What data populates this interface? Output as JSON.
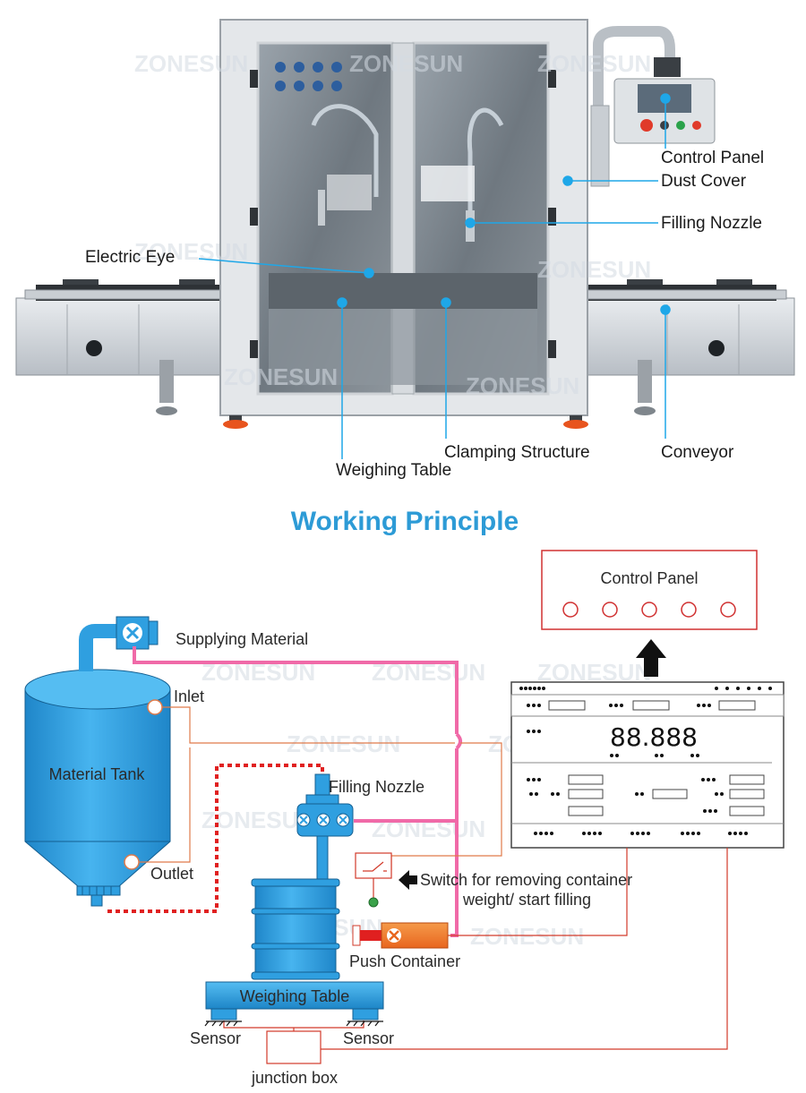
{
  "machine_labels": {
    "control_panel": "Control Panel",
    "dust_cover": "Dust Cover",
    "filling_nozzle": "Filling Nozzle",
    "electric_eye": "Electric Eye",
    "clamping_structure": "Clamping Structure",
    "weighing_table": "Weighing Table",
    "conveyor": "Conveyor"
  },
  "section_title": "Working Principle",
  "diagram": {
    "control_panel": "Control Panel",
    "supplying_material": "Supplying Material",
    "inlet": "Inlet",
    "material_tank": "Material Tank",
    "outlet": "Outlet",
    "filling_nozzle": "Filling Nozzle",
    "switch_line1": "Switch for removing container",
    "switch_line2": "weight/ start filling",
    "push_container": "Push Container",
    "weighing_table": "Weighing Table",
    "sensor_left": "Sensor",
    "sensor_right": "Sensor",
    "junction_box": "junction box",
    "lcd_value": "88.888"
  },
  "watermark": "ZONESUN",
  "colors": {
    "title_blue": "#2d9bd6",
    "callout_blue": "#1ea7e8",
    "tank_blue": "#2f9fe0",
    "pipe_pink": "#f06aa8",
    "wire_red": "#d23a2a",
    "wire_orange": "#e07a4a",
    "dotted_red": "#e02020"
  }
}
